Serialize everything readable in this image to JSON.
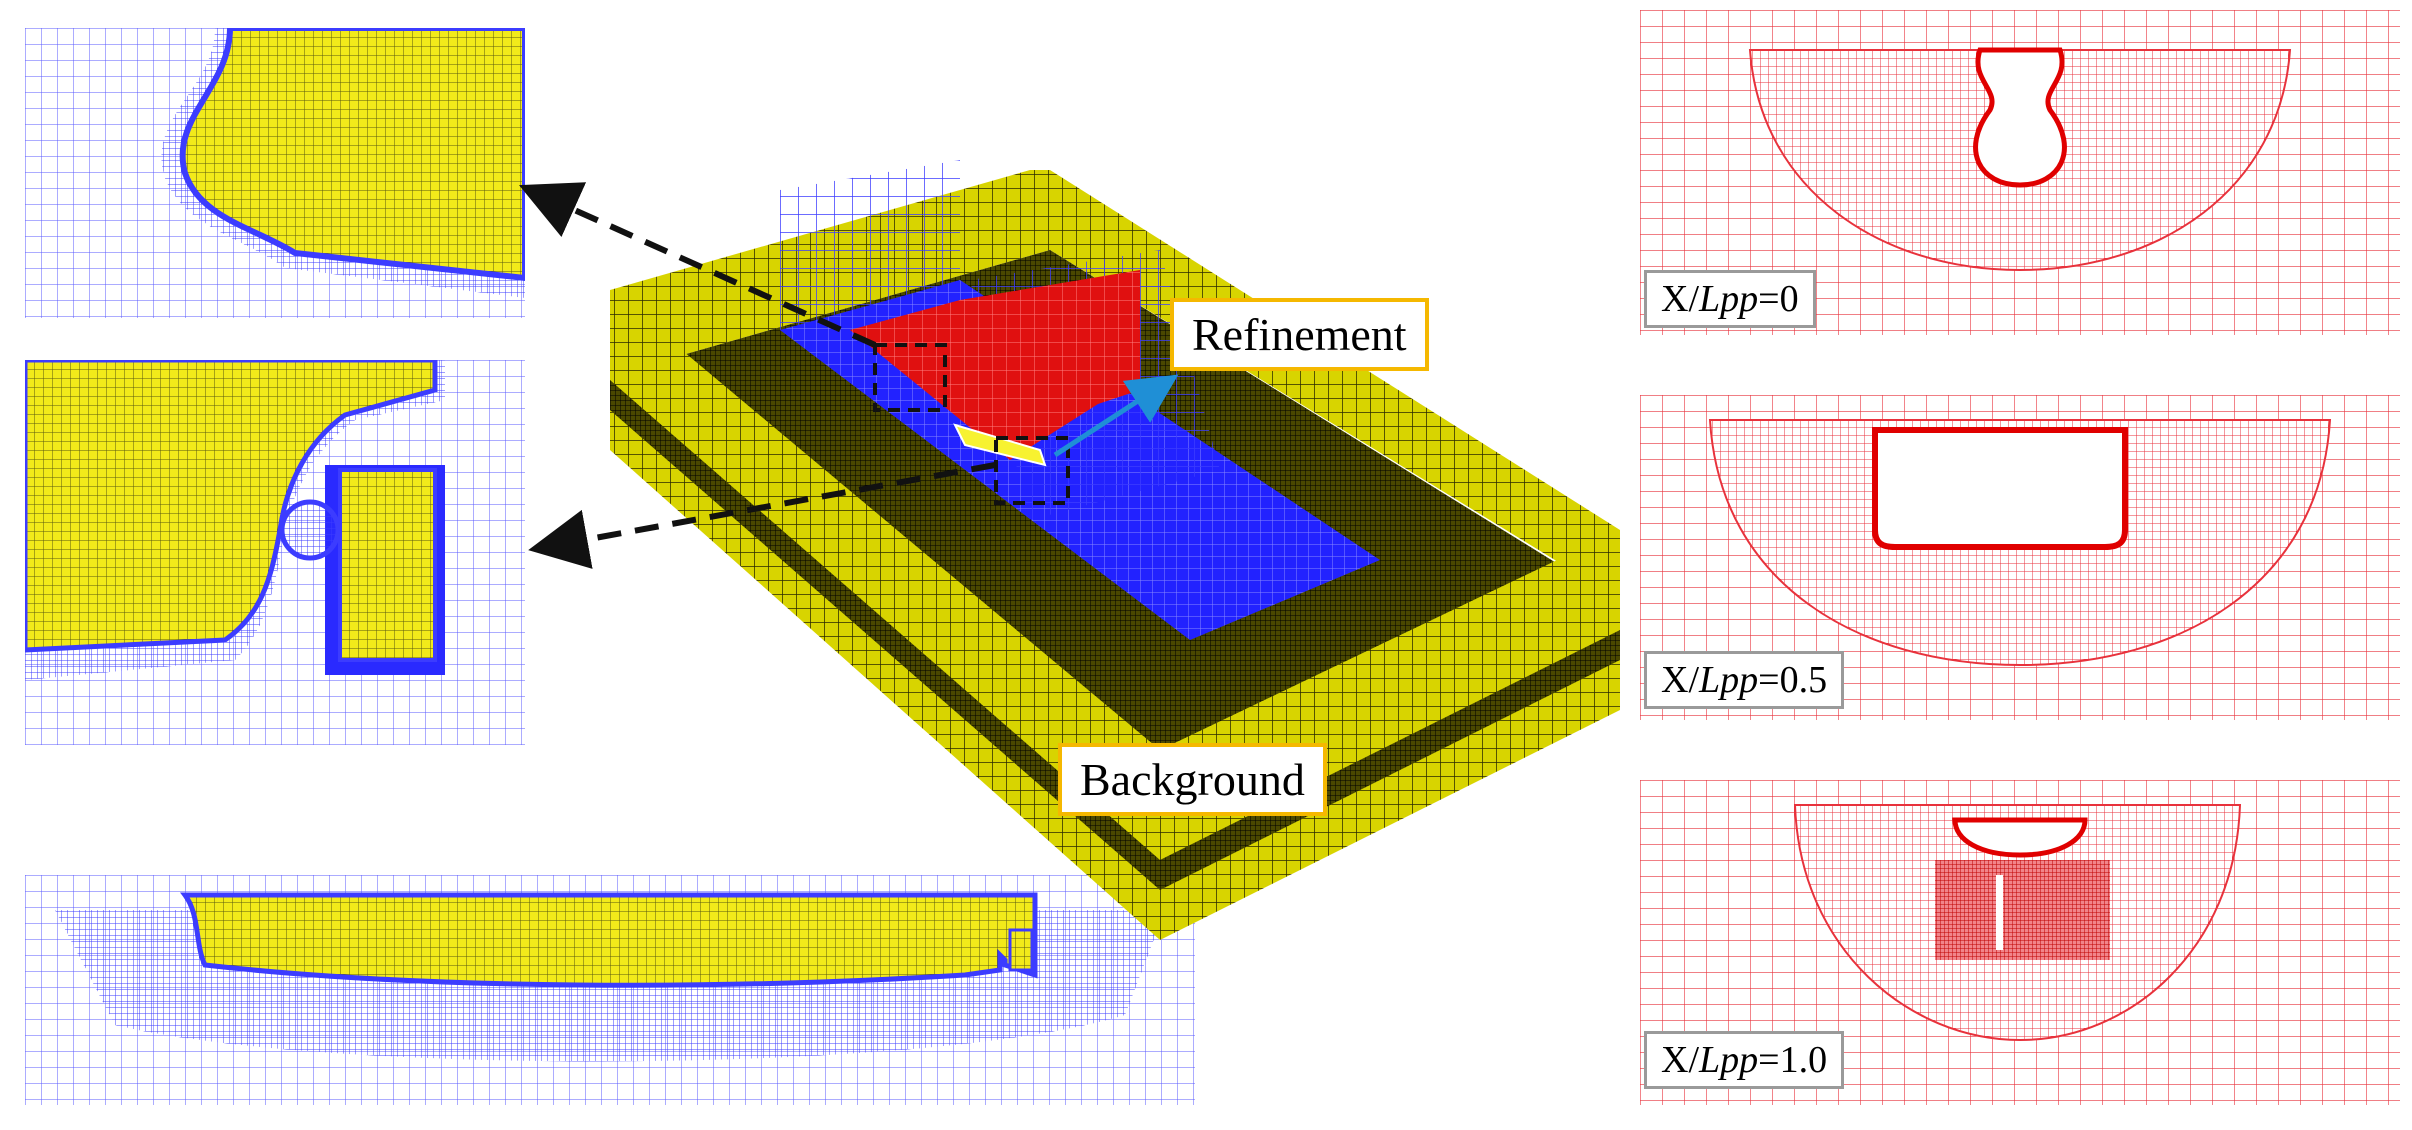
{
  "labels": {
    "refinement": "Refinement",
    "background": "Background"
  },
  "sections": [
    {
      "prefix": "X/",
      "italic": "L",
      "sub": "pp",
      "suffix": "=0"
    },
    {
      "prefix": "X/",
      "italic": "L",
      "sub": "pp",
      "suffix": "=0.5"
    },
    {
      "prefix": "X/",
      "italic": "L",
      "sub": "pp",
      "suffix": "=1.0"
    }
  ],
  "colors": {
    "hull_mesh": "#f2ea1a",
    "background_grid": "#3c3cff",
    "refinement_mesh": "#e01010",
    "section_mesh": "#e8323c",
    "label_border": "#f5b800",
    "arrow": "#1f8fd6"
  }
}
